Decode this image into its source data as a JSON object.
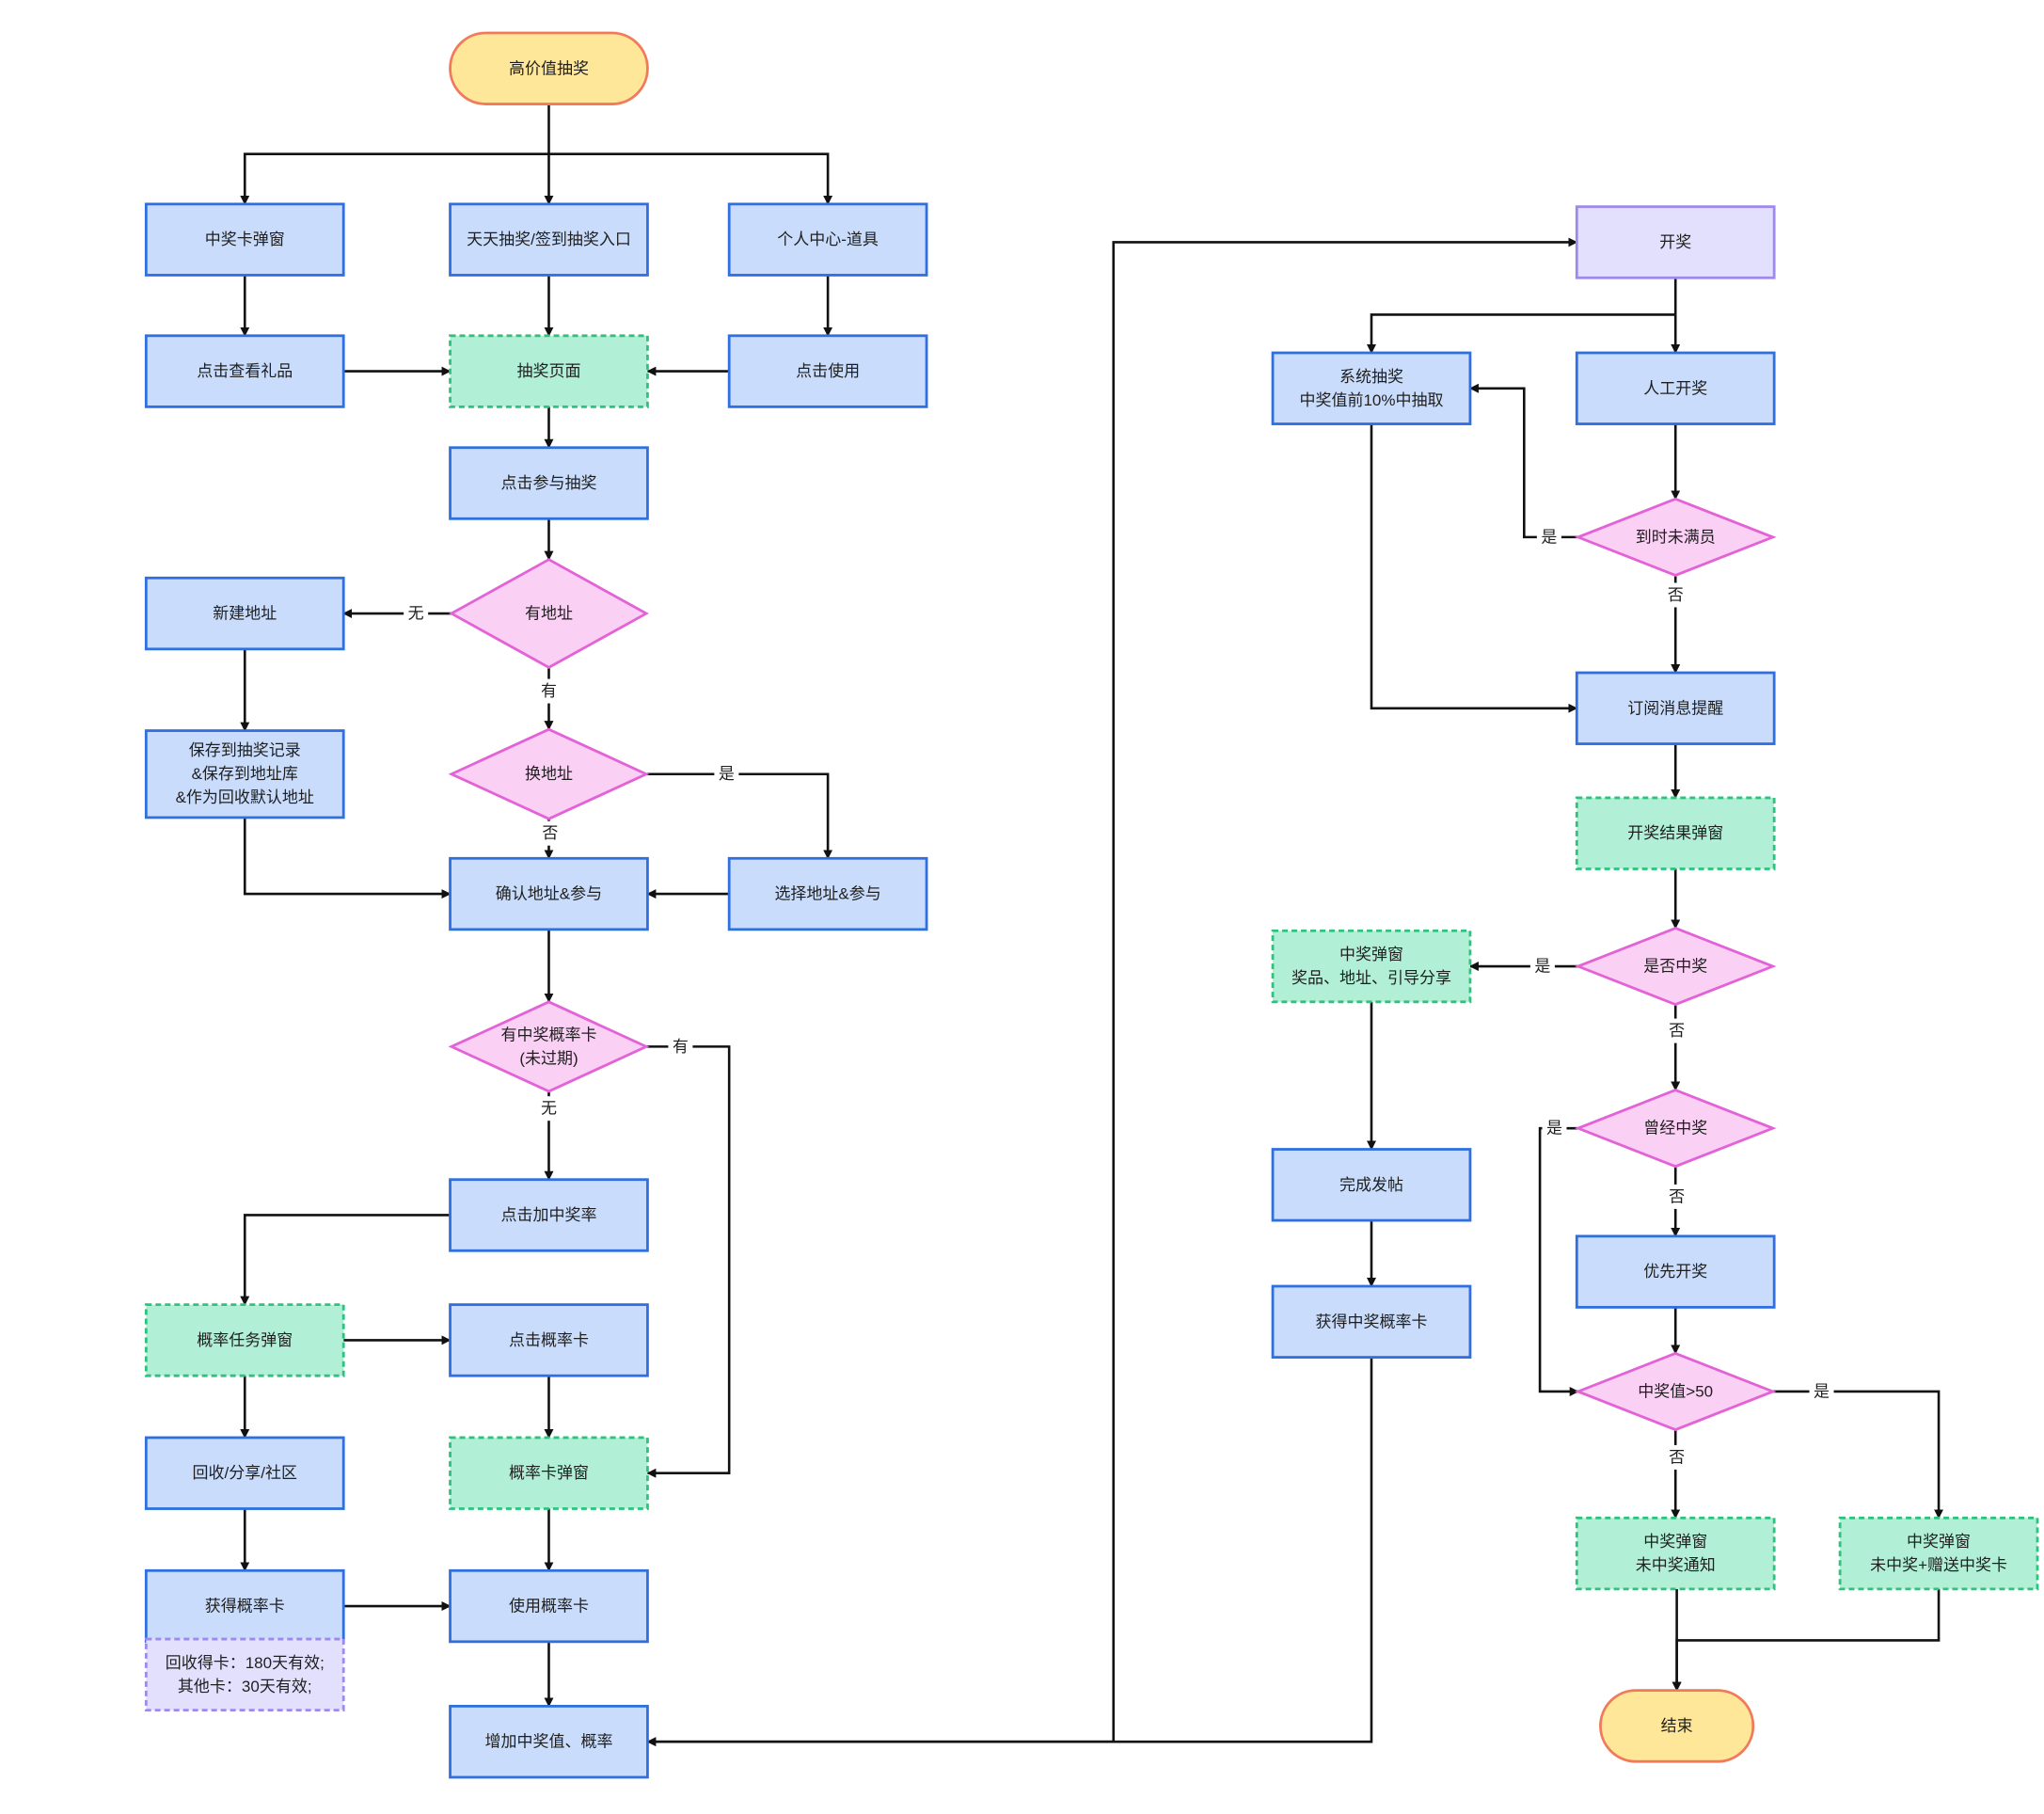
{
  "colors": {
    "process_fill": "#c9dcfb",
    "process_stroke": "#2f6fe0",
    "page_fill": "#b1f0d6",
    "page_stroke": "#2ec27e",
    "decision_fill": "#fbd0f5",
    "decision_stroke": "#e362d6",
    "terminal_fill": "#ffe79a",
    "terminal_stroke": "#f07a5a",
    "note_fill": "#e2e0fd",
    "note_stroke": "#9f88ee",
    "edge": "#111111"
  },
  "nodes": [
    {
      "id": "start",
      "type": "terminal",
      "lines": [
        "高价值抽奖"
      ]
    },
    {
      "id": "popup_card",
      "type": "process",
      "lines": [
        "中奖卡弹窗"
      ]
    },
    {
      "id": "daily_entry",
      "type": "process",
      "lines": [
        "天天抽奖/签到抽奖入口"
      ]
    },
    {
      "id": "personal_center",
      "type": "process",
      "lines": [
        "个人中心-道具"
      ]
    },
    {
      "id": "view_gift",
      "type": "process",
      "lines": [
        "点击查看礼品"
      ]
    },
    {
      "id": "lottery_page",
      "type": "page",
      "lines": [
        "抽奖页面"
      ]
    },
    {
      "id": "click_use",
      "type": "process",
      "lines": [
        "点击使用"
      ]
    },
    {
      "id": "join_lottery",
      "type": "process",
      "lines": [
        "点击参与抽奖"
      ]
    },
    {
      "id": "new_address",
      "type": "process",
      "lines": [
        "新建地址"
      ]
    },
    {
      "id": "has_address",
      "type": "decision",
      "lines": [
        "有地址"
      ]
    },
    {
      "id": "save_record",
      "type": "process",
      "lines": [
        "保存到抽奖记录",
        "&保存到地址库",
        "&作为回收默认地址"
      ]
    },
    {
      "id": "change_address",
      "type": "decision",
      "lines": [
        "换地址"
      ]
    },
    {
      "id": "confirm_join",
      "type": "process",
      "lines": [
        "确认地址&参与"
      ]
    },
    {
      "id": "select_join",
      "type": "process",
      "lines": [
        "选择地址&参与"
      ]
    },
    {
      "id": "has_card",
      "type": "decision",
      "lines": [
        "有中奖概率卡",
        "(未过期)"
      ]
    },
    {
      "id": "boost_rate",
      "type": "process",
      "lines": [
        "点击加中奖率"
      ]
    },
    {
      "id": "task_popup",
      "type": "page",
      "lines": [
        "概率任务弹窗"
      ]
    },
    {
      "id": "click_card",
      "type": "process",
      "lines": [
        "点击概率卡"
      ]
    },
    {
      "id": "recycle",
      "type": "process",
      "lines": [
        "回收/分享/社区"
      ]
    },
    {
      "id": "card_popup",
      "type": "page",
      "lines": [
        "概率卡弹窗"
      ]
    },
    {
      "id": "get_card",
      "type": "process",
      "lines": [
        "获得概率卡"
      ]
    },
    {
      "id": "use_card",
      "type": "process",
      "lines": [
        "使用概率卡"
      ]
    },
    {
      "id": "card_note",
      "type": "note",
      "lines": [
        "回收得卡：180天有效;",
        "其他卡：30天有效;"
      ]
    },
    {
      "id": "increase_value",
      "type": "process",
      "lines": [
        "增加中奖值、概率"
      ]
    },
    {
      "id": "draw",
      "type": "draw",
      "lines": [
        "开奖"
      ]
    },
    {
      "id": "system_draw",
      "type": "process",
      "lines": [
        "系统抽奖",
        "中奖值前10%中抽取"
      ]
    },
    {
      "id": "manual_draw",
      "type": "process",
      "lines": [
        "人工开奖"
      ]
    },
    {
      "id": "not_full",
      "type": "decision",
      "lines": [
        "到时未满员"
      ]
    },
    {
      "id": "subscribe",
      "type": "process",
      "lines": [
        "订阅消息提醒"
      ]
    },
    {
      "id": "result_popup",
      "type": "page",
      "lines": [
        "开奖结果弹窗"
      ]
    },
    {
      "id": "win_popup",
      "type": "page",
      "lines": [
        "中奖弹窗",
        "奖品、地址、引导分享"
      ]
    },
    {
      "id": "is_win",
      "type": "decision",
      "lines": [
        "是否中奖"
      ]
    },
    {
      "id": "ever_win",
      "type": "decision",
      "lines": [
        "曾经中奖"
      ]
    },
    {
      "id": "finish_post",
      "type": "process",
      "lines": [
        "完成发帖"
      ]
    },
    {
      "id": "priority_draw",
      "type": "process",
      "lines": [
        "优先开奖"
      ]
    },
    {
      "id": "get_win_card",
      "type": "process",
      "lines": [
        "获得中奖概率卡"
      ]
    },
    {
      "id": "value_gt50",
      "type": "decision",
      "lines": [
        "中奖值>50"
      ]
    },
    {
      "id": "no_win_notice",
      "type": "page",
      "lines": [
        "中奖弹窗",
        "未中奖通知"
      ]
    },
    {
      "id": "no_win_gift",
      "type": "page",
      "lines": [
        "中奖弹窗",
        "未中奖+赠送中奖卡"
      ]
    },
    {
      "id": "end",
      "type": "terminal",
      "lines": [
        "结束"
      ]
    }
  ],
  "edge_labels": [
    {
      "id": "lbl_no_addr",
      "text": "无"
    },
    {
      "id": "lbl_has_addr",
      "text": "有"
    },
    {
      "id": "lbl_change_yes",
      "text": "是"
    },
    {
      "id": "lbl_change_no",
      "text": "否"
    },
    {
      "id": "lbl_card_yes",
      "text": "有"
    },
    {
      "id": "lbl_card_no",
      "text": "无"
    },
    {
      "id": "lbl_notfull_yes",
      "text": "是"
    },
    {
      "id": "lbl_notfull_no",
      "text": "否"
    },
    {
      "id": "lbl_win_yes",
      "text": "是"
    },
    {
      "id": "lbl_win_no",
      "text": "否"
    },
    {
      "id": "lbl_ever_yes",
      "text": "是"
    },
    {
      "id": "lbl_ever_no",
      "text": "否"
    },
    {
      "id": "lbl_gt50_yes",
      "text": "是"
    },
    {
      "id": "lbl_gt50_no",
      "text": "否"
    }
  ]
}
